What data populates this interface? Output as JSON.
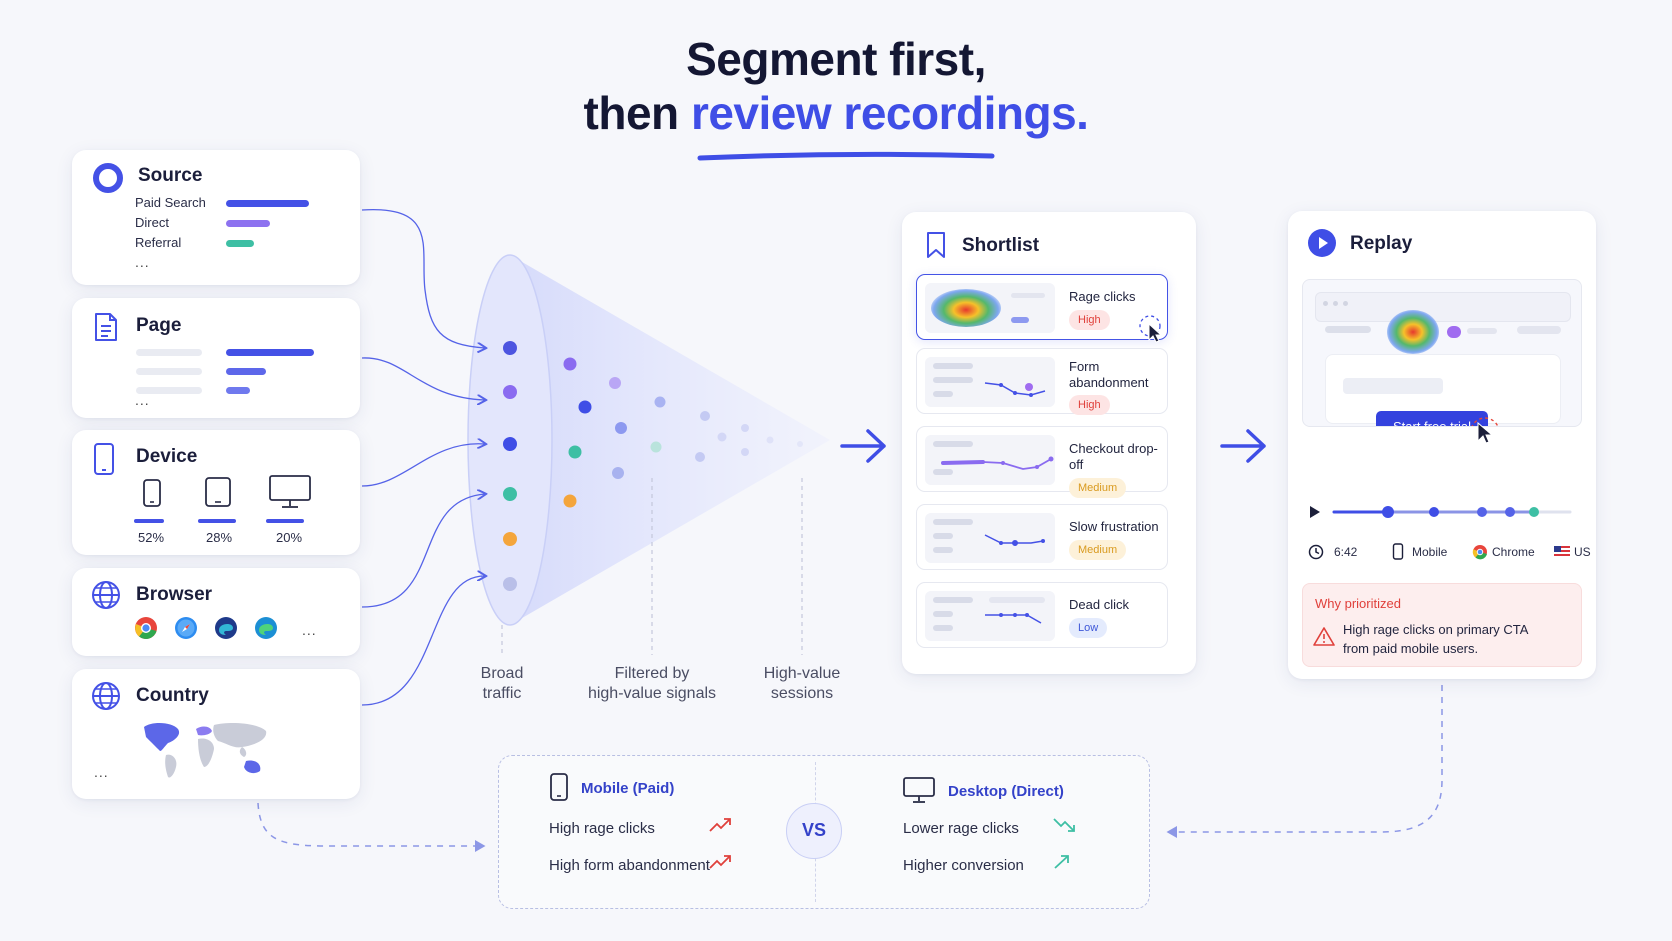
{
  "title": {
    "line1": "Segment first,",
    "line2_plain": "then ",
    "line2_accent": "review recordings."
  },
  "source": {
    "title": "Source",
    "rows": [
      {
        "label": "Paid Search",
        "color": "#4451e6",
        "share": 0.9
      },
      {
        "label": "Direct",
        "color": "#8d72f0",
        "share": 0.48
      },
      {
        "label": "Referral",
        "color": "#3ebfa4",
        "share": 0.3
      }
    ],
    "more": "..."
  },
  "page": {
    "title": "Page",
    "more": "..."
  },
  "device": {
    "title": "Device",
    "items": [
      {
        "icon": "phone-icon",
        "pct": "52%"
      },
      {
        "icon": "tablet-icon",
        "pct": "28%"
      },
      {
        "icon": "desktop-icon",
        "pct": "20%"
      }
    ]
  },
  "browser": {
    "title": "Browser",
    "icons": [
      "chrome-icon",
      "safari-icon",
      "edge-dark-icon",
      "edge-icon"
    ],
    "more": "..."
  },
  "country": {
    "title": "Country",
    "more": "..."
  },
  "funnel": {
    "stages": [
      {
        "line1": "Broad",
        "line2": "traffic"
      },
      {
        "line1": "Filtered by",
        "line2": "high-value signals"
      },
      {
        "line1": "High-value",
        "line2": "sessions"
      }
    ]
  },
  "shortlist": {
    "title": "Shortlist",
    "items": [
      {
        "label": "Rage clicks",
        "level": "High",
        "levelClass": "high"
      },
      {
        "label": "Form abandonment",
        "level": "High",
        "levelClass": "high"
      },
      {
        "label": "Checkout drop-off",
        "level": "Medium",
        "levelClass": "med"
      },
      {
        "label": "Slow frustration",
        "level": "Medium",
        "levelClass": "med"
      },
      {
        "label": "Dead click",
        "level": "Low",
        "levelClass": "low"
      }
    ]
  },
  "replay": {
    "title": "Replay",
    "cta": "Start free trial",
    "duration": "6:42",
    "device": "Mobile",
    "browser": "Chrome",
    "country": "US",
    "why_title": "Why prioritized",
    "why_line1": "High rage clicks on primary CTA",
    "why_line2": "from paid mobile users."
  },
  "compare": {
    "left": {
      "title": "Mobile (Paid)",
      "rows": [
        "High rage clicks",
        "High form abandonment"
      ]
    },
    "vs": "VS",
    "right": {
      "title": "Desktop (Direct)",
      "rows": [
        "Lower rage clicks",
        "Higher conversion"
      ]
    }
  },
  "colors": {
    "accent": "#3f4ee6",
    "high": "#e0403b",
    "medium": "#d99a1f",
    "low": "#3f58d8",
    "green": "#3ebfa4"
  }
}
